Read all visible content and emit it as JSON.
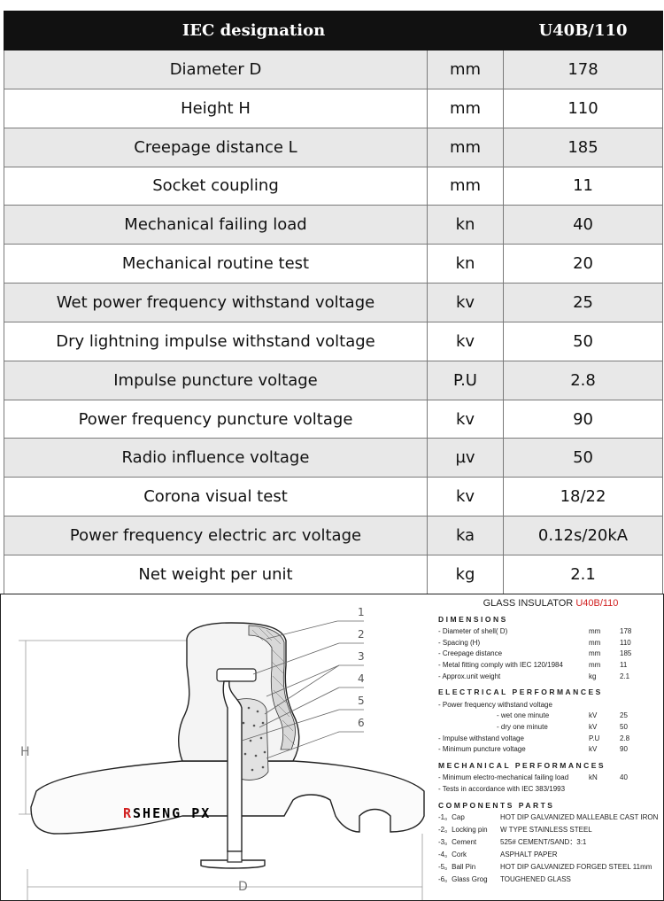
{
  "table": {
    "header": {
      "param": "IEC designation",
      "value": "U40B/110"
    },
    "rows": [
      {
        "param": "Diameter D",
        "unit": "mm",
        "value": "178"
      },
      {
        "param": "Height H",
        "unit": "mm",
        "value": "110"
      },
      {
        "param": "Creepage distance L",
        "unit": "mm",
        "value": "185"
      },
      {
        "param": "Socket coupling",
        "unit": "mm",
        "value": "11"
      },
      {
        "param": "Mechanical failing load",
        "unit": "kn",
        "value": "40"
      },
      {
        "param": "Mechanical routine test",
        "unit": "kn",
        "value": "20"
      },
      {
        "param": "Wet power frequency withstand voltage",
        "unit": "kv",
        "value": "25"
      },
      {
        "param": "Dry lightning impulse withstand voltage",
        "unit": "kv",
        "value": "50"
      },
      {
        "param": "Impulse puncture voltage",
        "unit": "P.U",
        "value": "2.8"
      },
      {
        "param": "Power frequency puncture voltage",
        "unit": "kv",
        "value": "90"
      },
      {
        "param": "Radio influence voltage",
        "unit": "µv",
        "value": "50"
      },
      {
        "param": "Corona visual test",
        "unit": "kv",
        "value": "18/22"
      },
      {
        "param": "Power frequency electric arc voltage",
        "unit": "ka",
        "value": "0.12s/20kA"
      },
      {
        "param": "Net weight per unit",
        "unit": "kg",
        "value": "2.1"
      }
    ]
  },
  "drawing": {
    "callouts": [
      "1",
      "2",
      "3",
      "4",
      "5",
      "6"
    ],
    "dim_h": "H",
    "dim_d": "D",
    "brand_prefix": "R",
    "brand_rest": "SHENG PX",
    "brand_color": "#d12020"
  },
  "sheet": {
    "title_prefix": "GLASS INSULATOR",
    "title_model": "U40B/110",
    "dimensions_heading": "DIMENSIONS",
    "dimensions": [
      {
        "label": "- Diameter of shell( D)",
        "unit": "mm",
        "value": "178"
      },
      {
        "label": "- Spacing (H)",
        "unit": "mm",
        "value": "110"
      },
      {
        "label": "- Creepage distance",
        "unit": "mm",
        "value": "185"
      },
      {
        "label": "- Metal fitting comply with IEC 120/1984",
        "unit": "mm",
        "value": "11"
      },
      {
        "label": "- Approx.unit weight",
        "unit": "kg",
        "value": "2.1"
      }
    ],
    "electrical_heading": "ELECTRICAL  PERFORMANCES",
    "electrical_intro": "- Power frequency withstand voltage",
    "electrical": [
      {
        "label": "- wet one minute",
        "unit": "kV",
        "value": "25",
        "indent": true
      },
      {
        "label": "- dry one minute",
        "unit": "kV",
        "value": "50",
        "indent": true
      },
      {
        "label": "- Impulse withstand voltage",
        "unit": "P.U",
        "value": "2.8",
        "indent": false
      },
      {
        "label": "- Minimum puncture voltage",
        "unit": "kV",
        "value": "90",
        "indent": false
      }
    ],
    "mechanical_heading": "MECHANICAL  PERFORMANCES",
    "mechanical": [
      {
        "label": "- Minimum electro-mechanical failing load",
        "unit": "kN",
        "value": "40"
      }
    ],
    "mechanical_note": "- Tests in accordance with IEC 383/1993",
    "components_heading": "COMPONENTS  PARTS",
    "components": [
      {
        "label": "-1。Cap",
        "material": "HOT DIP GALVANIZED MALLEABLE CAST IRON"
      },
      {
        "label": "-2。Locking pin",
        "material": "W TYPE STAINLESS STEEL"
      },
      {
        "label": "-3。Cement",
        "material": "525# CEMENT/SAND：3:1"
      },
      {
        "label": "-4。Cork",
        "material": "ASPHALT PAPER"
      },
      {
        "label": "-5。Ball Pin",
        "material": "HOT DIP GALVANIZED FORGED STEEL 11mm"
      },
      {
        "label": "-6。Glass Grog",
        "material": "TOUGHENED GLASS"
      }
    ]
  }
}
